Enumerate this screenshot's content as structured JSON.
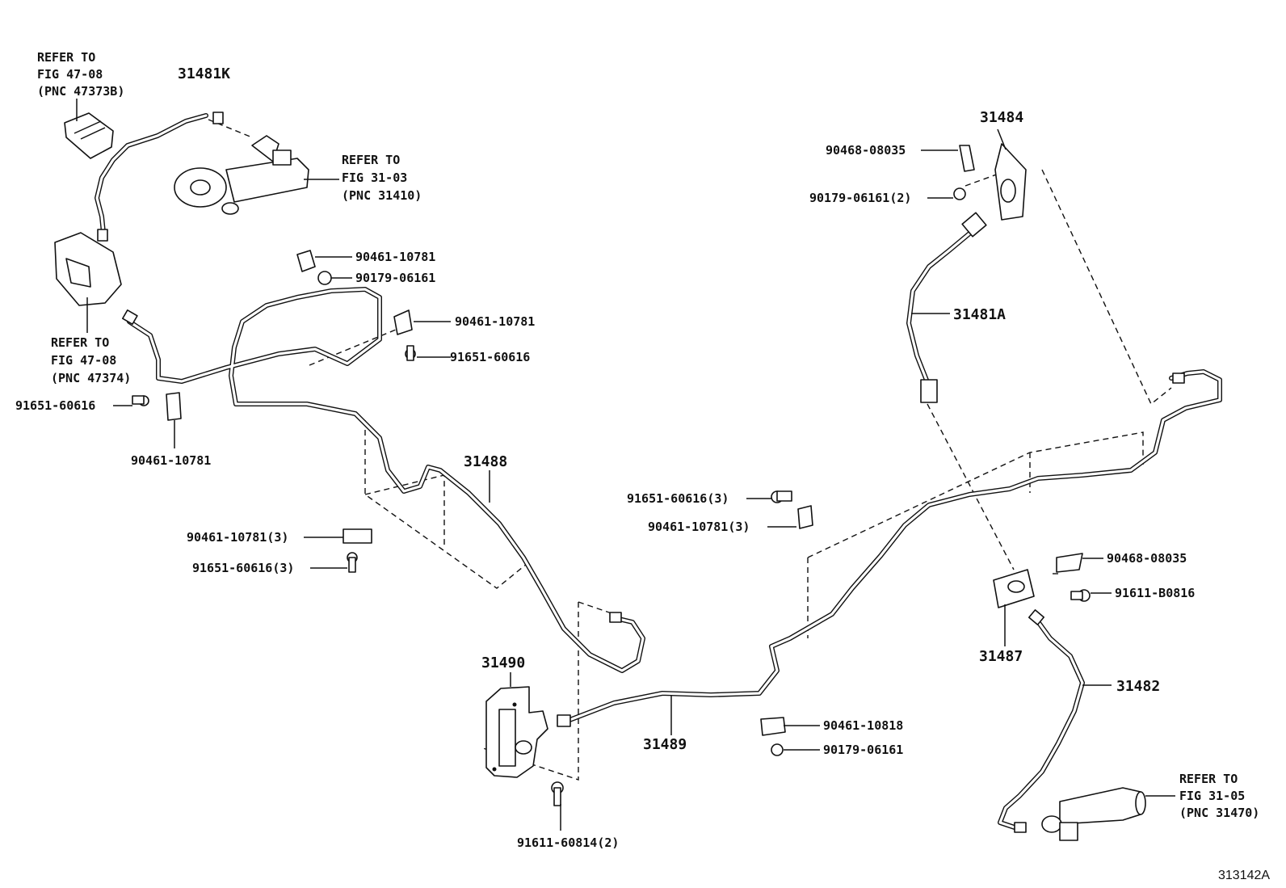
{
  "diagram": {
    "figure_id": "313142A",
    "callouts": {
      "c31481K": "31481K",
      "c31488": "31488",
      "c31490": "31490",
      "c31489": "31489",
      "c31484": "31484",
      "c31481A": "31481A",
      "c31487": "31487",
      "c31482": "31482",
      "c90461_a": "90461-10781",
      "c90179_a": "90179-06161",
      "c90461_b": "90461-10781",
      "c91651_a": "91651-60616",
      "c91651_b": "91651-60616",
      "c90461_c": "90461-10781",
      "c90461_3": "90461-10781(3)",
      "c91651_3": "91651-60616(3)",
      "c91651_3b": "91651-60616(3)",
      "c90461_3b": "90461-10781(3)",
      "c90468_a": "90468-08035",
      "c90179_2": "90179-06161(2)",
      "c90468_b": "90468-08035",
      "c91611_b": "91611-B0816",
      "c90461_10818": "90461-10818",
      "c90179_b": "90179-06161",
      "c91611_60814": "91611-60814(2)"
    },
    "refs": {
      "r1": [
        "REFER TO",
        "FIG 47-08",
        "(PNC 47373B)"
      ],
      "r2": [
        "REFER TO",
        "FIG 31-03",
        "(PNC 31410)"
      ],
      "r3": [
        "REFER TO",
        "FIG 47-08",
        "(PNC 47374)"
      ],
      "r4": [
        "REFER TO",
        "FIG 31-05",
        "(PNC 31470)"
      ]
    }
  }
}
